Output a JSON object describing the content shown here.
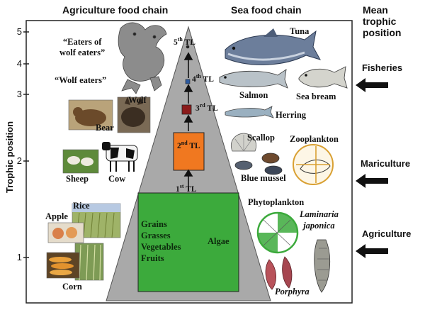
{
  "headers": {
    "left": "Agriculture food chain",
    "center": "Sea food chain",
    "right_line1": "Mean",
    "right_line2": "trophic",
    "right_line3": "position"
  },
  "y_axis": {
    "label": "Trophic position",
    "ticks": [
      "5",
      "4",
      "3",
      "2",
      "1"
    ]
  },
  "trophic_levels": [
    {
      "sup": "st",
      "base": "1",
      "suffix": " TL",
      "color": "#3caa3c"
    },
    {
      "sup": "nd",
      "base": "2",
      "suffix": " TL",
      "color": "#f07820"
    },
    {
      "sup": "rd",
      "base": "3",
      "suffix": " TL",
      "color": "#8b1a1a"
    },
    {
      "sup": "th",
      "base": "4",
      "suffix": " TL",
      "color": "#2b5aa0"
    },
    {
      "sup": "th",
      "base": "5",
      "suffix": " TL",
      "color": "#222222"
    }
  ],
  "base_box": {
    "items": [
      "Grains",
      "Grasses",
      "Vegetables",
      "Fruits"
    ],
    "algae": "Algae"
  },
  "agri_labels": {
    "eaters_line1": "“Eaters of",
    "eaters_line2": "wolf eaters”",
    "wolf_eaters": "“Wolf eaters”",
    "wolf": "Wolf",
    "bear": "Bear",
    "sheep": "Sheep",
    "cow": "Cow",
    "rice": "Rice",
    "apple": "Apple",
    "corn": "Corn"
  },
  "sea_labels": {
    "tuna": "Tuna",
    "salmon": "Salmon",
    "sea_bream": "Sea bream",
    "herring": "Herring",
    "scallop": "Scallop",
    "zooplankton": "Zooplankton",
    "blue_mussel": "Blue mussel",
    "phytoplankton": "Phytoplankton",
    "laminaria_1": "Laminaria",
    "laminaria_2": "japonica",
    "porphyra": "Porphyra"
  },
  "sectors": {
    "fisheries": "Fisheries",
    "mariculture": "Mariculture",
    "agriculture": "Agriculture"
  },
  "colors": {
    "pyramid": "#a9a9a9",
    "base_box": "#3caa3c",
    "arrow": "#111111"
  }
}
